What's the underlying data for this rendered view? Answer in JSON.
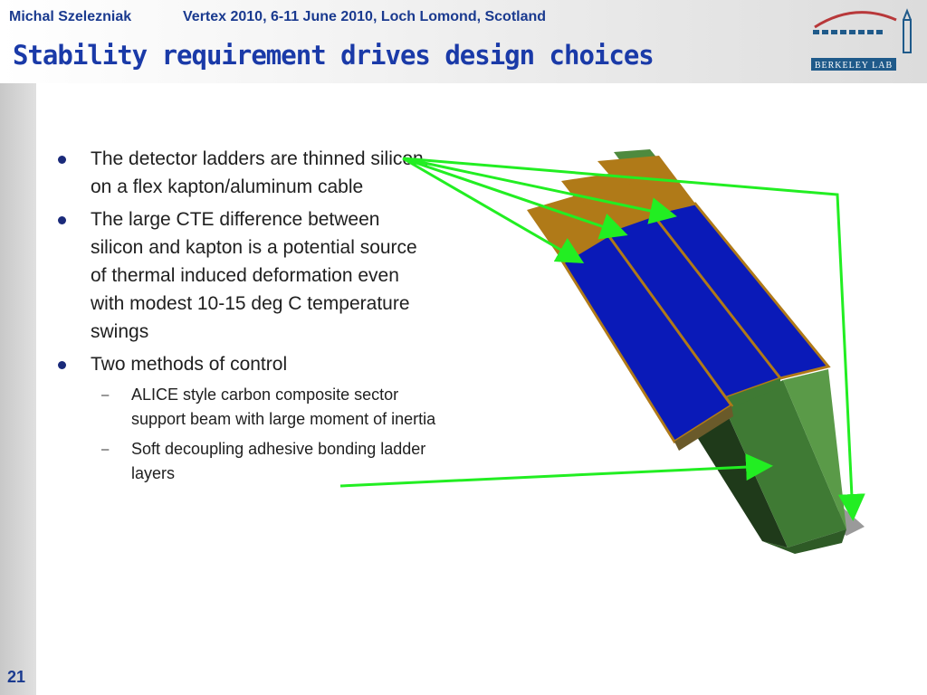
{
  "header": {
    "author": "Michal Szelezniak",
    "conference": "Vertex 2010, 6-11 June 2010, Loch Lomond, Scotland"
  },
  "slide": {
    "title": "Stability requirement drives design choices",
    "page_number": "21"
  },
  "logo": {
    "text": "BERKELEY LAB"
  },
  "bullets": [
    {
      "text": "The detector ladders are thinned silicon, on a flex kapton/aluminum cable"
    },
    {
      "text": "The large CTE difference between silicon and kapton is a potential source of thermal induced deformation even with modest 10-15 deg C temperature swings"
    },
    {
      "text": "Two methods of control",
      "sub": [
        {
          "text": "ALICE style carbon composite sector support beam with large moment of inertia"
        },
        {
          "text": "Soft decoupling adhesive bonding ladder layers"
        }
      ]
    }
  ],
  "colors": {
    "header_text": "#1a3a8f",
    "title_text": "#1a3aa8",
    "silicon": "#0a1ab8",
    "kapton": "#b07a18",
    "beam": "#4e8a3e",
    "arrows": "#22ee22"
  }
}
